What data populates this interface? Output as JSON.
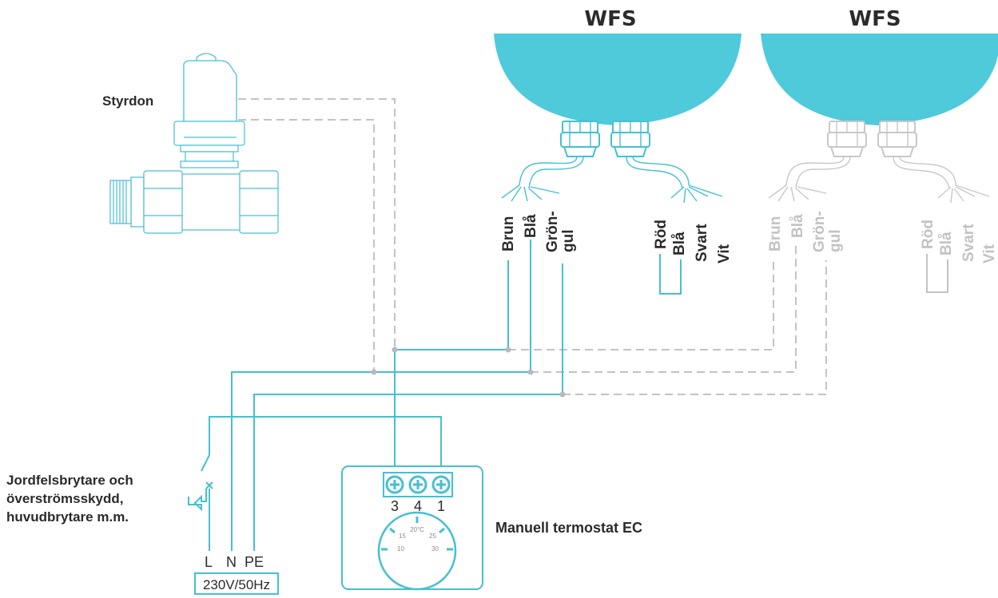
{
  "heaters": [
    {
      "label": "WFS",
      "wires_left": [
        "Brun",
        "Blå",
        "Grön-",
        "gul"
      ],
      "wires_right": [
        "Röd",
        "Blå",
        "Svart",
        "Vit"
      ]
    },
    {
      "label": "WFS",
      "wires_left": [
        "Brun",
        "Blå",
        "Grön-",
        "gul"
      ],
      "wires_right": [
        "Röd",
        "Blå",
        "Svart",
        "Vit"
      ]
    }
  ],
  "actuator_label": "Styrdon",
  "breaker_label": [
    "Jordfelsbrytare och",
    "överströmsskydd,",
    "huvudbrytare m.m."
  ],
  "supply": {
    "terminals": [
      "L",
      "N",
      "PE"
    ],
    "rating": "230V/50Hz"
  },
  "thermostat": {
    "label": "Manuell termostat EC",
    "terminals": [
      "3",
      "4",
      "1"
    ],
    "dial_marks": [
      "10",
      "15",
      "20°C",
      "25",
      "30"
    ]
  },
  "colors": {
    "accent": "#46bfd2",
    "heater_fill": "#4ecadb",
    "inactive": "#c3c3c3",
    "text": "#2b2b2b"
  }
}
